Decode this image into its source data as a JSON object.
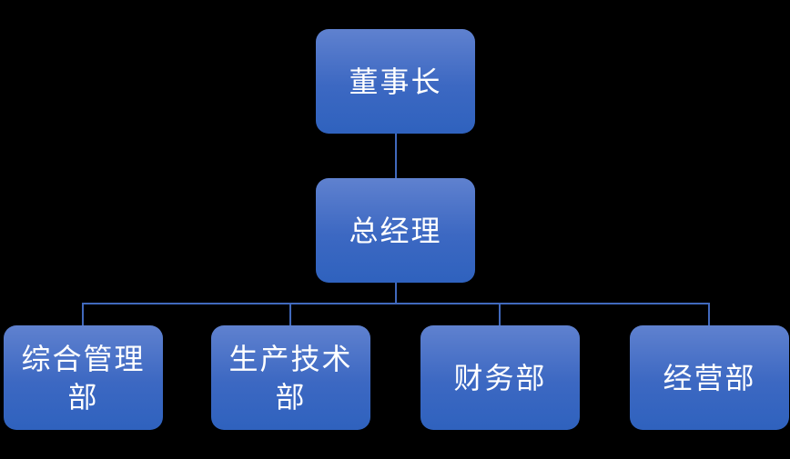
{
  "diagram": {
    "type": "org-chart",
    "nodes": {
      "chairman": {
        "label": "董事长"
      },
      "general_manager": {
        "label": "总经理"
      },
      "departments": [
        {
          "label": "综合管理部"
        },
        {
          "label": "生产技术部"
        },
        {
          "label": "财务部"
        },
        {
          "label": "经营部"
        }
      ]
    },
    "edges": [
      {
        "from": "chairman",
        "to": "general_manager"
      },
      {
        "from": "general_manager",
        "to": "综合管理部"
      },
      {
        "from": "general_manager",
        "to": "生产技术部"
      },
      {
        "from": "general_manager",
        "to": "财务部"
      },
      {
        "from": "general_manager",
        "to": "经营部"
      }
    ]
  },
  "style": {
    "canvas_background": "#000000",
    "node_fill_top": "#5F81CF",
    "node_fill_mid": "#3C68C2",
    "node_fill_bottom": "#2F62BE",
    "node_text_color": "#FFFFFF",
    "connector_color": "#4169BD"
  }
}
